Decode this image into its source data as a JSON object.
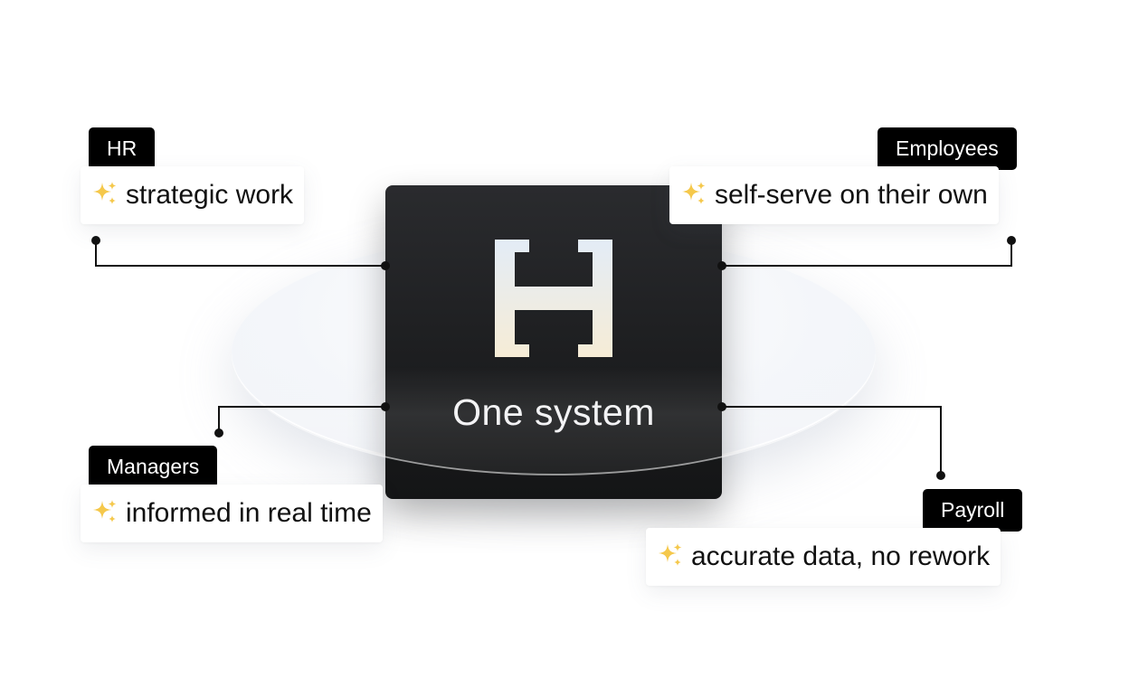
{
  "core": {
    "title": "One system",
    "logo_icon": "bracket-h-logo-icon"
  },
  "nodes": {
    "hr": {
      "tag": "HR",
      "text": "strategic work"
    },
    "employees": {
      "tag": "Employees",
      "text": "self-serve on their own"
    },
    "managers": {
      "tag": "Managers",
      "text": "informed in real time"
    },
    "payroll": {
      "tag": "Payroll",
      "text": "accurate data, no rework"
    }
  },
  "icons": {
    "sparkle": "sparkles-icon"
  },
  "colors": {
    "core_background": "#1d1e20",
    "tag_background": "#000000",
    "sparkle": "#f5c84b",
    "connector": "#111111"
  }
}
